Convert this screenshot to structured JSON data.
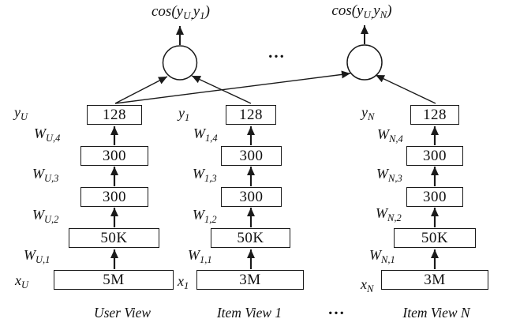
{
  "diagram": {
    "title_semantics": "Multi-view deep neural network with cosine similarity outputs",
    "colors": {
      "ink": "#1a1a1a",
      "paper": "#ffffff"
    },
    "cosine_labels": {
      "left": {
        "pre": "cos(y",
        "sub1": "U,",
        "mid": "y",
        "sub2": "1",
        "post": ")"
      },
      "right": {
        "pre": "cos(y",
        "sub1": "U,",
        "mid": "y",
        "sub2": "N",
        "post": ")"
      }
    },
    "ellipsis_top": "...",
    "ellipsis_bottom": "...",
    "towers": [
      {
        "caption": "User View",
        "y_label": {
          "base": "y",
          "sub": "U"
        },
        "x_label": {
          "base": "x",
          "sub": "U"
        },
        "weights": [
          {
            "base": "W",
            "sub": "U,1"
          },
          {
            "base": "W",
            "sub": "U,2"
          },
          {
            "base": "W",
            "sub": "U,3"
          },
          {
            "base": "W",
            "sub": "U,4"
          }
        ],
        "layers": [
          "5M",
          "50K",
          "300",
          "300",
          "128"
        ]
      },
      {
        "caption": "Item View 1",
        "y_label": {
          "base": "y",
          "sub": "1"
        },
        "x_label": {
          "base": "x",
          "sub": "1"
        },
        "weights": [
          {
            "base": "W",
            "sub": "1,1"
          },
          {
            "base": "W",
            "sub": "1,2"
          },
          {
            "base": "W",
            "sub": "1,3"
          },
          {
            "base": "W",
            "sub": "1,4"
          }
        ],
        "layers": [
          "3M",
          "50K",
          "300",
          "300",
          "128"
        ]
      },
      {
        "caption": "Item View N",
        "y_label": {
          "base": "y",
          "sub": "N"
        },
        "x_label": {
          "base": "x",
          "sub": "N"
        },
        "weights": [
          {
            "base": "W",
            "sub": "N,1"
          },
          {
            "base": "W",
            "sub": "N,2"
          },
          {
            "base": "W",
            "sub": "N,3"
          },
          {
            "base": "W",
            "sub": "N,4"
          }
        ],
        "layers": [
          "3M",
          "50K",
          "300",
          "300",
          "128"
        ]
      }
    ]
  }
}
